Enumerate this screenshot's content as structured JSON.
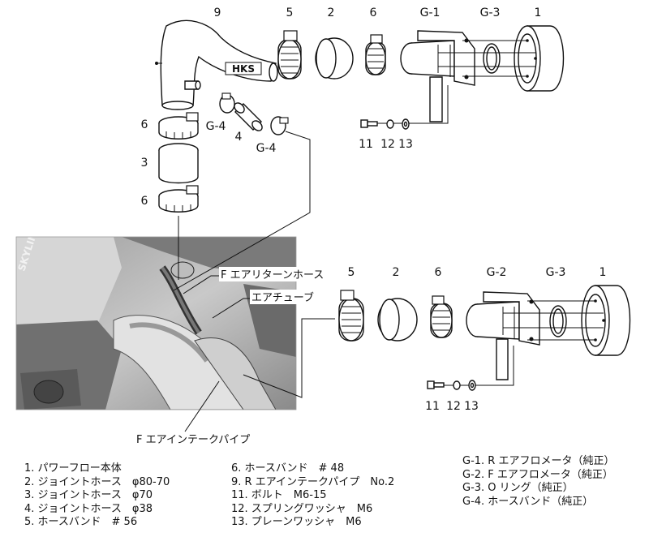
{
  "top_labels": [
    "9",
    "5",
    "2",
    "6",
    "G-1",
    "G-3",
    "1"
  ],
  "left_labels": [
    "6",
    "G-4",
    "4",
    "G-4",
    "3",
    "6"
  ],
  "top_small_labels": [
    "11",
    "12",
    "13"
  ],
  "bottom_labels": [
    "5",
    "2",
    "6",
    "G-2",
    "G-3",
    "1"
  ],
  "bottom_small_labels": [
    "11",
    "12",
    "13"
  ],
  "logo_text": "HKS",
  "photo_text": "SKYLINE GT",
  "callouts": {
    "return_hose": "F エアリターンホース",
    "air_tube": "エアチューブ",
    "intake_pipe": "F エアインテークパイプ"
  },
  "legend_col1": [
    "1. パワーフロー本体",
    "2. ジョイントホース　φ80-70",
    "3. ジョイントホース　φ70",
    "4. ジョイントホース　φ38",
    "5. ホースバンド　# 56"
  ],
  "legend_col2": [
    "6. ホースバンド　# 48",
    "9. R エアインテークパイプ　No.2",
    "11. ボルト　M6-15",
    "12. スプリングワッシャ　M6",
    "13. プレーンワッシャ　M6"
  ],
  "legend_col3": [
    "G-1.  R エアフロメータ（純正）",
    "G-2.  F エアフロメータ（純正）",
    "G-3.  O リング（純正）",
    "G-4. ホースバンド（純正）"
  ]
}
